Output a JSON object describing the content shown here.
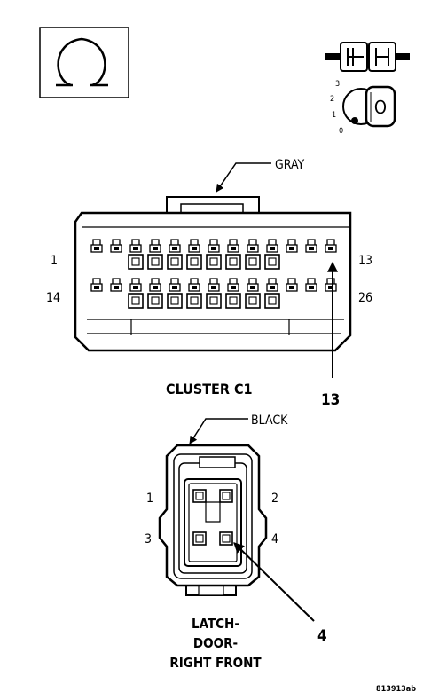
{
  "connectors": [
    {
      "name": "CLUSTER C1",
      "color_label": "GRAY",
      "pin_labels": {
        "top_left": "1",
        "top_right": "13",
        "bottom_left": "14",
        "bottom_right": "26"
      },
      "callout": "13"
    },
    {
      "name_lines": [
        "LATCH-",
        "DOOR-",
        "RIGHT FRONT"
      ],
      "color_label": "BLACK",
      "pin_labels": [
        "1",
        "2",
        "3",
        "4"
      ],
      "callout": "4"
    }
  ],
  "ignition_positions": [
    "3",
    "2",
    "1",
    "0"
  ],
  "ignition_key_letter": "O",
  "figure_id": "813913ab"
}
